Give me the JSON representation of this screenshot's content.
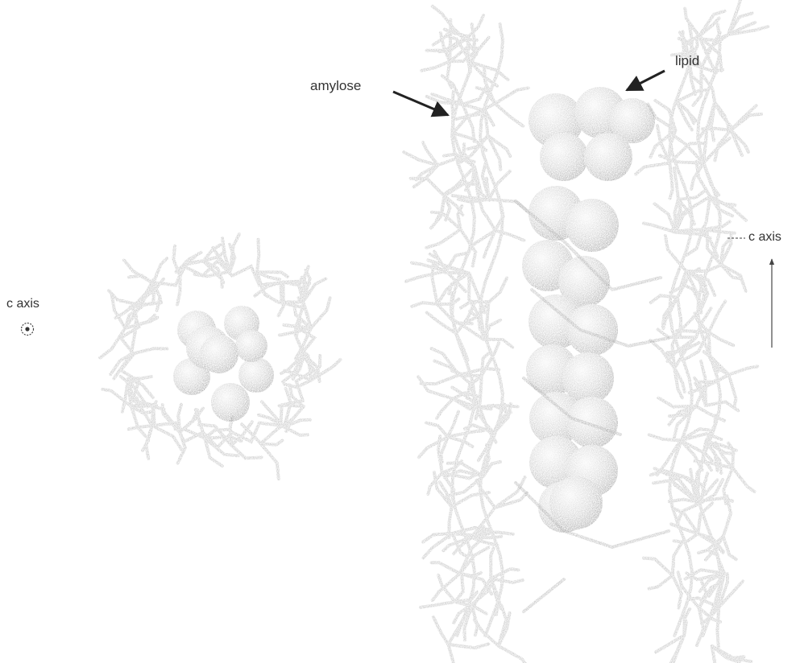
{
  "labels": {
    "amylose": "amylose",
    "lipid": "lipid",
    "c_axis_end_view": "c axis",
    "c_axis_side_view": "c axis"
  },
  "colors": {
    "background": "#ffffff",
    "stick": "#b8b8b8",
    "sphere_light": "#eeeeee",
    "sphere_dark": "#8c8c8c",
    "arrow": "#222222"
  }
}
